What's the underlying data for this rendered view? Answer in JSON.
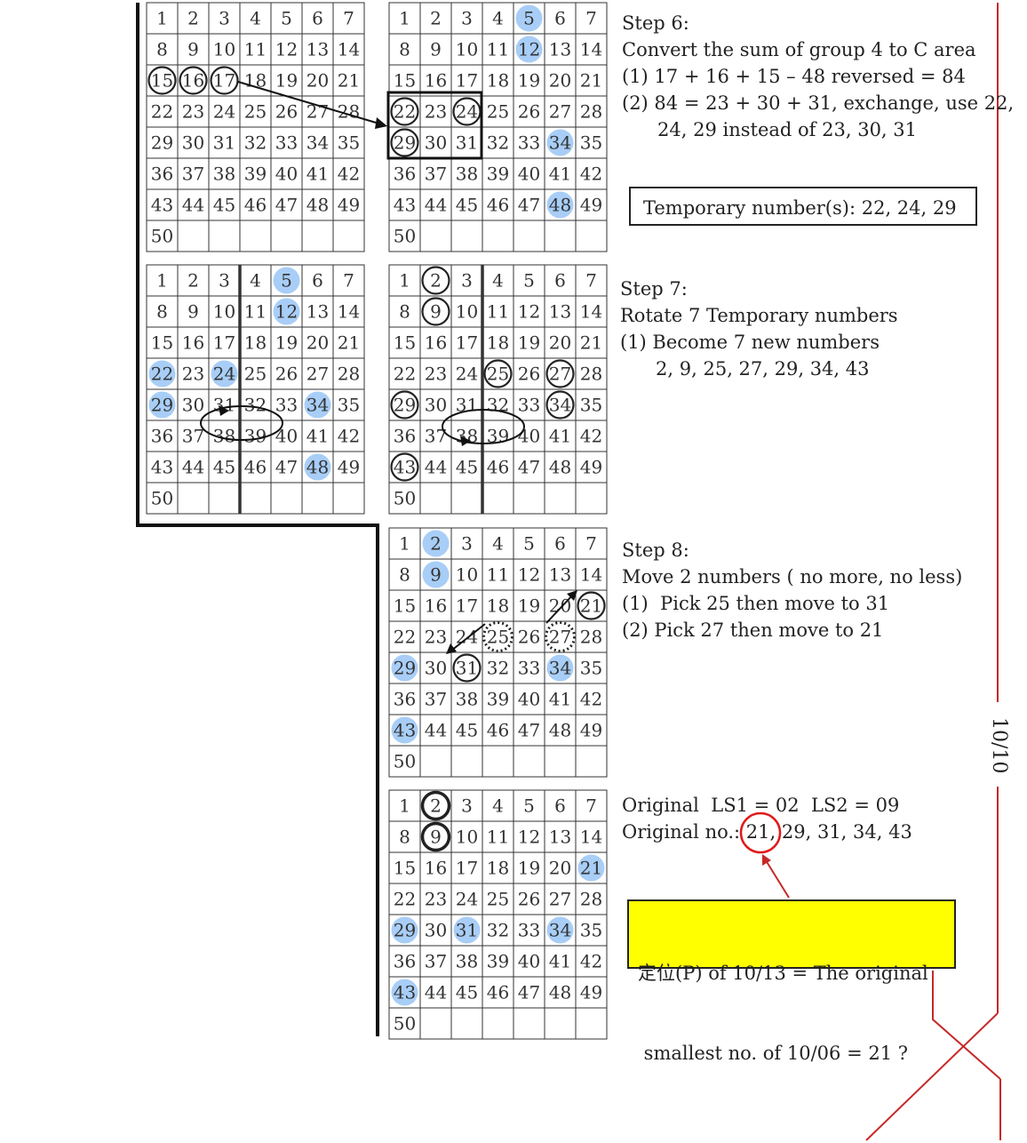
{
  "grids": [
    {
      "id": "g1",
      "filled": [],
      "circled": [
        15,
        16,
        17
      ],
      "dotted": [],
      "thick_cols": []
    },
    {
      "id": "g2",
      "filled": [
        5,
        12,
        34,
        48
      ],
      "circled": [
        22,
        24,
        29
      ],
      "dotted": [],
      "thick_cols": []
    },
    {
      "id": "g3",
      "filled": [
        5,
        12,
        22,
        24,
        29,
        34,
        48
      ],
      "circled": [],
      "dotted": [],
      "thick_cols": [
        3
      ]
    },
    {
      "id": "g4",
      "filled": [],
      "circled": [
        2,
        9,
        25,
        27,
        29,
        34,
        43
      ],
      "dotted": [],
      "thick_cols": [
        3
      ]
    },
    {
      "id": "g5",
      "filled": [
        2,
        9,
        29,
        34,
        43
      ],
      "circled": [
        21,
        31
      ],
      "dotted": [
        25,
        27
      ],
      "thick_cols": []
    },
    {
      "id": "g6",
      "filled": [
        21,
        29,
        31,
        34,
        43
      ],
      "circled": [
        2,
        9
      ],
      "dotted": [],
      "thick_cols": []
    }
  ],
  "step6": {
    "title": "Step 6:",
    "lines": [
      "Convert the sum of group 4 to C area",
      "(1) 17 + 16 + 15 – 48 reversed = 84",
      "(2) 84 = 23 + 30 + 31, exchange, use 22,",
      "      24, 29 instead of 23, 30, 31"
    ],
    "temp_box": "Temporary number(s):  22, 24, 29"
  },
  "step7": {
    "title": "Step 7:",
    "lines": [
      "Rotate 7 Temporary numbers",
      "(1) Become 7 new numbers",
      "      2, 9, 25, 27, 29, 34, 43"
    ]
  },
  "step8": {
    "title": "Step 8:",
    "lines": [
      "Move 2 numbers ( no more, no less)",
      "(1)  Pick 25 then move to 31",
      "(2) Pick 27 then move to 21"
    ]
  },
  "original": {
    "ls_line": "Original  LS1 = 02  LS2 = 09",
    "no_label": "Original no.: ",
    "no_highlight": "21",
    "no_rest": ", 29, 31, 34, 43"
  },
  "note": {
    "line1": "定位(P) of 10/13 = The original",
    "line2": " smallest no. of 10/06 = 21 ?"
  },
  "page_label": "10/10",
  "colors": {
    "fill": "#a8cef7",
    "line": "#222222",
    "red": "#d62828",
    "note_bg": "#ffff00"
  }
}
